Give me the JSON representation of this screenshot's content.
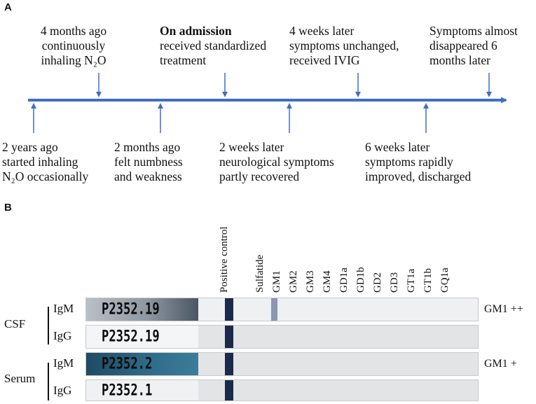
{
  "panel_a": {
    "letter": "A",
    "events_above": [
      {
        "lines": [
          "4 months ago",
          "continuously",
          "inhaling N₂O"
        ],
        "bold_first": false
      },
      {
        "lines": [
          "On admission",
          "received standardized",
          "treatment"
        ],
        "bold_first": true
      },
      {
        "lines": [
          "4 weeks later",
          "symptoms unchanged,",
          "received IVIG"
        ],
        "bold_first": false
      },
      {
        "lines": [
          "Symptoms almost",
          "disappeared 6",
          "months later"
        ],
        "bold_first": false
      }
    ],
    "events_below": [
      {
        "lines": [
          "2 years ago",
          "started inhaling",
          "N₂O occasionally"
        ]
      },
      {
        "lines": [
          "2 months ago",
          "felt numbness",
          "and weakness"
        ]
      },
      {
        "lines": [
          "2 weeks later",
          "neurological symptoms",
          "partly recovered"
        ]
      },
      {
        "lines": [
          "6 weeks later",
          "symptoms rapidly",
          "improved, discharged"
        ]
      }
    ]
  },
  "panel_b": {
    "letter": "B",
    "antigens": [
      "Positive control",
      "Sulfatide",
      "GM1",
      "GM2",
      "GM3",
      "GM4",
      "GD1a",
      "GD1b",
      "GD2",
      "GD3",
      "GT1a",
      "GT1b",
      "GQ1a"
    ],
    "samples": [
      {
        "group": "CSF",
        "isotype": "IgM",
        "tag": "P2352.19",
        "result": "GM1 ++"
      },
      {
        "group": "",
        "isotype": "IgG",
        "tag": "P2352.19",
        "result": ""
      },
      {
        "group": "Serum",
        "isotype": "IgM",
        "tag": "P2352.2",
        "result": "GM1 +"
      },
      {
        "group": "",
        "isotype": "IgG",
        "tag": "P2352.1",
        "result": ""
      }
    ],
    "groups": [
      "CSF",
      "Serum"
    ]
  },
  "colors": {
    "timeline": "#3f6fc4",
    "control_band": "#1b2a4a"
  }
}
